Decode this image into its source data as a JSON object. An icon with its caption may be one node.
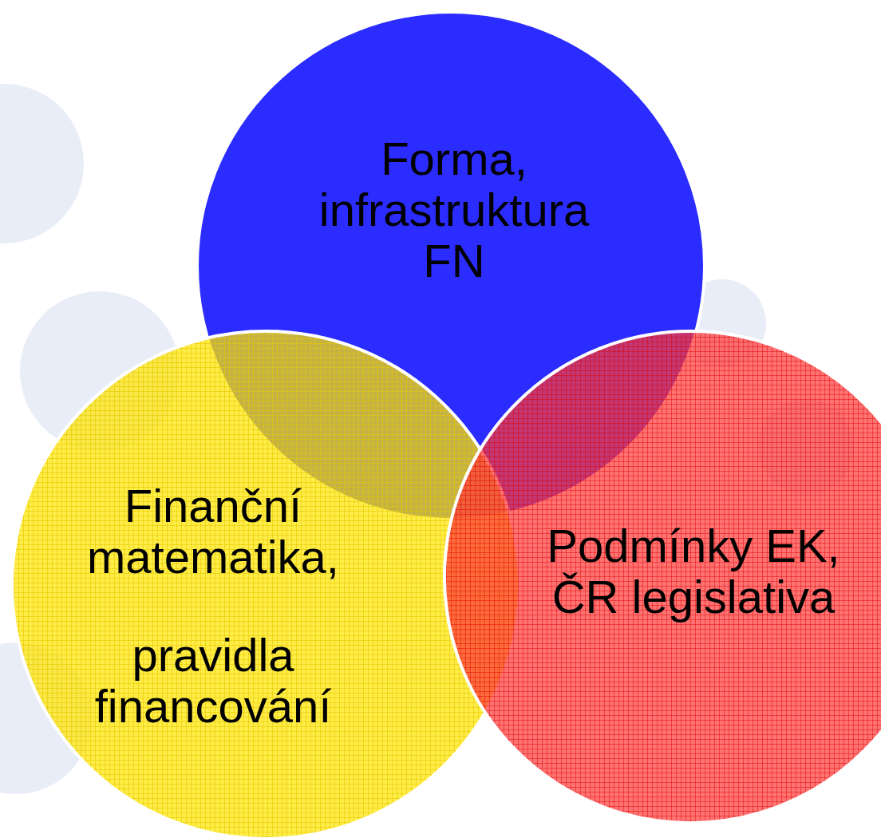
{
  "diagram": {
    "nodes": [
      {
        "text": [
          "Forma, infrastruktura FN"
        ]
      },
      {
        "text": [
          "Finanční matematika,",
          "pravidla financování"
        ]
      },
      {
        "text": [
          "Podmínky EK, ČR legislativa"
        ]
      }
    ],
    "edges": []
  }
}
